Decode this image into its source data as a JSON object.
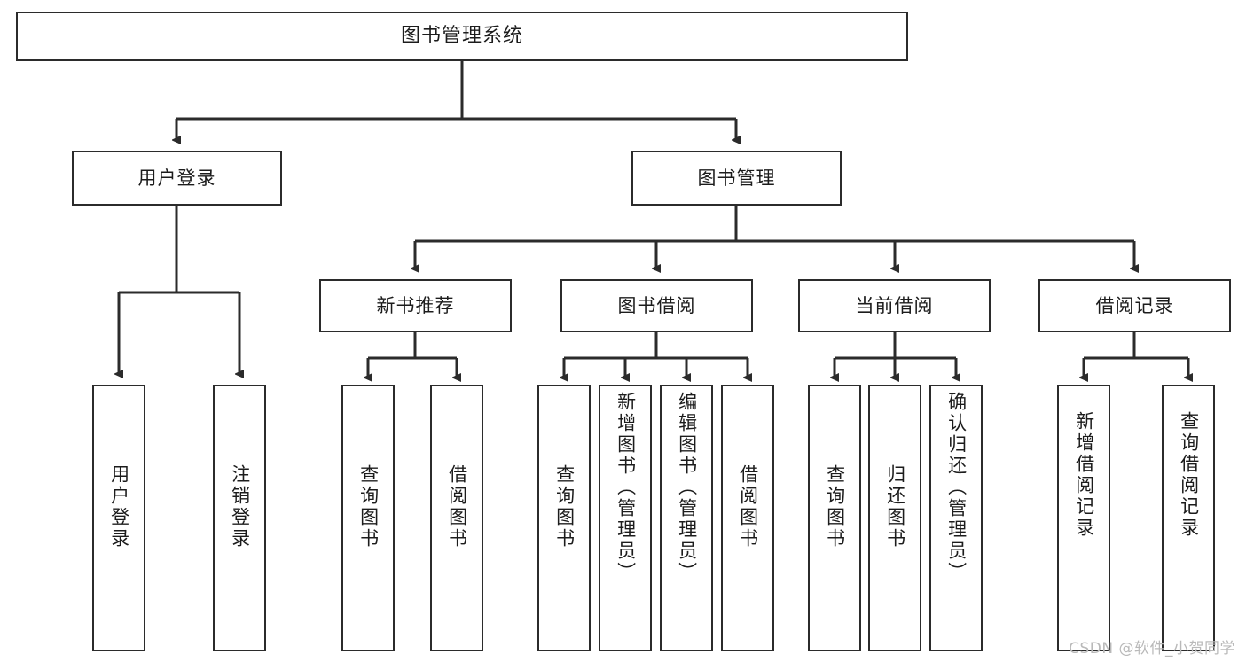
{
  "diagram": {
    "type": "hierarchy-tree",
    "title": "图书管理系统",
    "watermark": "CSDN @软件_小贺同学",
    "colors": {
      "background": "#ffffff",
      "border": "#2b2b2b",
      "text": "#1c1c1c",
      "edge": "#2b2b2b",
      "watermark": "#b9b9b9"
    },
    "levels": {
      "root": "图书管理系统",
      "level1": [
        "用户登录",
        "图书管理"
      ],
      "level2": [
        "新书推荐",
        "图书借阅",
        "当前借阅",
        "借阅记录"
      ]
    },
    "nodes": {
      "root": {
        "label": "图书管理系统"
      },
      "user_login": {
        "label": "用户登录"
      },
      "book_manage": {
        "label": "图书管理"
      },
      "new_book_rec": {
        "label": "新书推荐"
      },
      "book_borrow": {
        "label": "图书借阅"
      },
      "current_borrow": {
        "label": "当前借阅"
      },
      "borrow_record": {
        "label": "借阅记录"
      },
      "leaf_user_login": {
        "label": "用户登录"
      },
      "leaf_logout": {
        "label": "注销登录"
      },
      "leaf_query_book_1": {
        "label": "查询图书"
      },
      "leaf_borrow_book_1": {
        "label": "借阅图书"
      },
      "leaf_query_book_2": {
        "label": "查询图书"
      },
      "leaf_add_book": {
        "label": "新增图书（管理员）"
      },
      "leaf_edit_book": {
        "label": "编辑图书（管理员）"
      },
      "leaf_borrow_book_2": {
        "label": "借阅图书"
      },
      "leaf_query_book_3": {
        "label": "查询图书"
      },
      "leaf_return_book": {
        "label": "归还图书"
      },
      "leaf_confirm_return": {
        "label": "确认归还（管理员）"
      },
      "leaf_add_record": {
        "label": "新增借阅记录"
      },
      "leaf_query_record": {
        "label": "查询借阅记录"
      }
    },
    "tree": [
      {
        "label": "图书管理系统",
        "children": [
          {
            "label": "用户登录",
            "children": [
              {
                "label": "用户登录"
              },
              {
                "label": "注销登录"
              }
            ]
          },
          {
            "label": "图书管理",
            "children": [
              {
                "label": "新书推荐",
                "children": [
                  {
                    "label": "查询图书"
                  },
                  {
                    "label": "借阅图书"
                  }
                ]
              },
              {
                "label": "图书借阅",
                "children": [
                  {
                    "label": "查询图书"
                  },
                  {
                    "label": "新增图书（管理员）"
                  },
                  {
                    "label": "编辑图书（管理员）"
                  },
                  {
                    "label": "借阅图书"
                  }
                ]
              },
              {
                "label": "当前借阅",
                "children": [
                  {
                    "label": "查询图书"
                  },
                  {
                    "label": "归还图书"
                  },
                  {
                    "label": "确认归还（管理员）"
                  }
                ]
              },
              {
                "label": "借阅记录",
                "children": [
                  {
                    "label": "新增借阅记录"
                  },
                  {
                    "label": "查询借阅记录"
                  }
                ]
              }
            ]
          }
        ]
      }
    ]
  }
}
